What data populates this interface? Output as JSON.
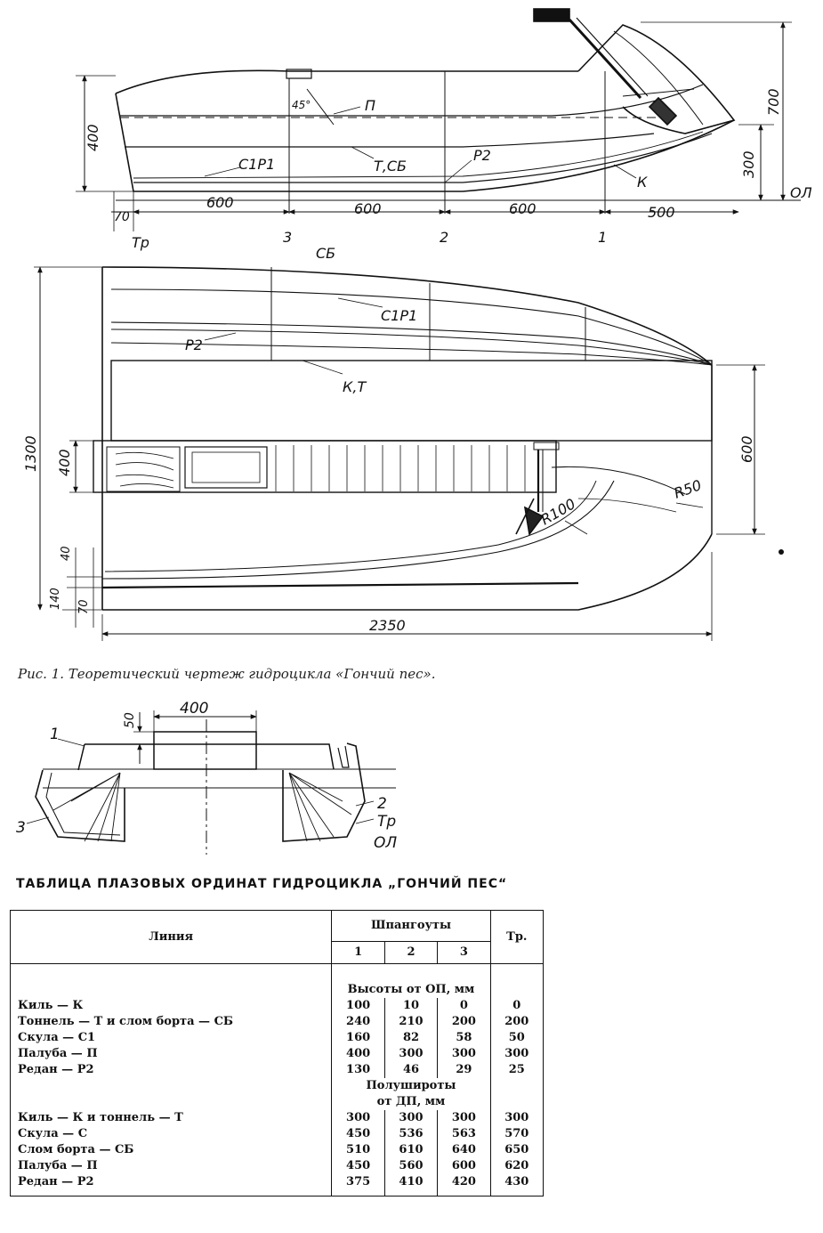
{
  "drawing": {
    "side_view": {
      "dims": [
        "400",
        "70",
        "600",
        "600",
        "600",
        "500",
        "300",
        "700"
      ],
      "stations": [
        "3",
        "2",
        "1"
      ],
      "labels": [
        "Тр",
        "П",
        "45°",
        "Т,СБ",
        "С1Р1",
        "Р2",
        "К",
        "ОЛ"
      ]
    },
    "plan_view": {
      "dims": [
        "1300",
        "400",
        "40",
        "140",
        "70",
        "600",
        "2350"
      ],
      "labels": [
        "СБ",
        "С1Р1",
        "Р2",
        "К,Т",
        "R50",
        "R100"
      ]
    },
    "section_view": {
      "dims": [
        "400",
        "50"
      ],
      "labels": [
        "1",
        "2",
        "3",
        "Тр",
        "ОЛ"
      ]
    }
  },
  "caption": "Рис. 1. Теоретический чертеж гидроцикла «Гончий пес».",
  "table": {
    "title": "ТАБЛИЦА ПЛАЗОВЫХ ОРДИНАТ ГИДРОЦИКЛА „ГОНЧИЙ ПЕС“",
    "line_header": "Линия",
    "frames_header": "Шпангоуты",
    "frame_cols": [
      "1",
      "2",
      "3"
    ],
    "tr_header": "Тр.",
    "sections": [
      {
        "title": "Высоты от ОП, мм",
        "rows": [
          {
            "name": "Киль — К",
            "v": [
              "100",
              "10",
              "0",
              "0"
            ]
          },
          {
            "name": "Тоннель — Т и слом борта — СБ",
            "v": [
              "240",
              "210",
              "200",
              "200"
            ]
          },
          {
            "name": "Скула — С1",
            "v": [
              "160",
              "82",
              "58",
              "50"
            ]
          },
          {
            "name": "Палуба — П",
            "v": [
              "400",
              "300",
              "300",
              "300"
            ]
          },
          {
            "name": "Редан — Р2",
            "v": [
              "130",
              "46",
              "29",
              "25"
            ]
          }
        ]
      },
      {
        "title": "Полуширoты",
        "title2": "от ДП, мм",
        "rows": [
          {
            "name": "Киль — К и тоннель — Т",
            "v": [
              "300",
              "300",
              "300",
              "300"
            ]
          },
          {
            "name": "Скула — С",
            "v": [
              "450",
              "536",
              "563",
              "570"
            ]
          },
          {
            "name": "Слом борта — СБ",
            "v": [
              "510",
              "610",
              "640",
              "650"
            ]
          },
          {
            "name": "Палуба — П",
            "v": [
              "450",
              "560",
              "600",
              "620"
            ]
          },
          {
            "name": "Редан — Р2",
            "v": [
              "375",
              "410",
              "420",
              "430"
            ]
          }
        ]
      }
    ]
  }
}
